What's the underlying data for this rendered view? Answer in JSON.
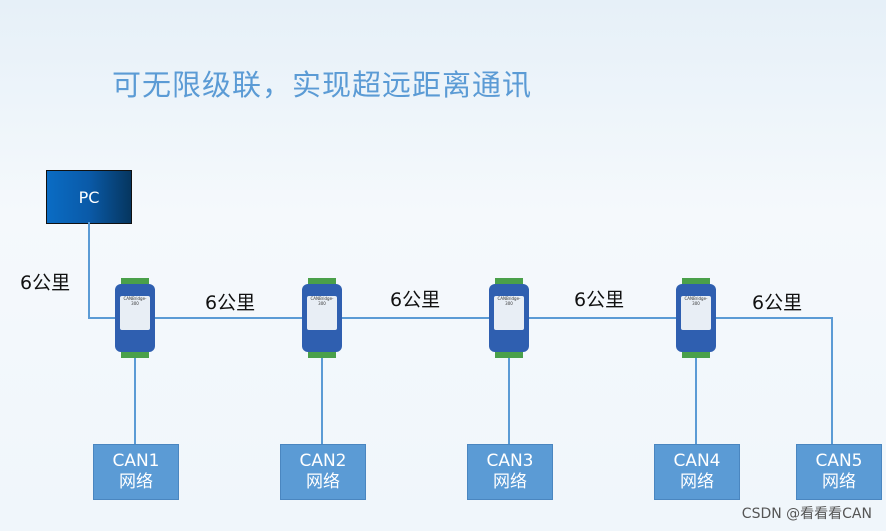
{
  "title": "可无限级联，实现超远距离通讯",
  "pc_label": "PC",
  "distances": [
    "6公里",
    "6公里",
    "6公里",
    "6公里",
    "6公里"
  ],
  "device_label": "CANBridge-300",
  "can_networks": [
    {
      "name": "CAN1",
      "sub": "网络"
    },
    {
      "name": "CAN2",
      "sub": "网络"
    },
    {
      "name": "CAN3",
      "sub": "网络"
    },
    {
      "name": "CAN4",
      "sub": "网络"
    },
    {
      "name": "CAN5",
      "sub": "网络"
    }
  ],
  "watermark": "CSDN @看看看CAN"
}
